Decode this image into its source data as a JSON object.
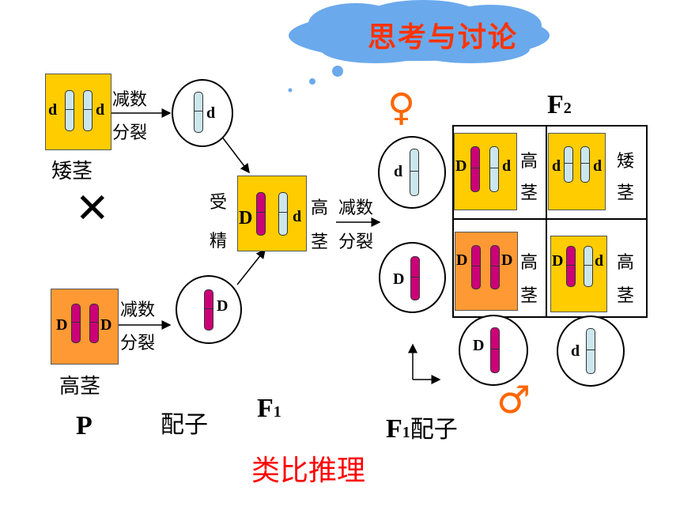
{
  "title": "思考与讨论",
  "analogy": "类比推理",
  "labels": {
    "dwarf": "矮茎",
    "tall": "高茎",
    "cross": "✕",
    "P": "P",
    "gamete": "配子",
    "F1": "F",
    "F1_sub": "1",
    "F1_gamete_prefix": "F",
    "F1_gamete_sub": "1",
    "F1_gamete_text": "配子",
    "F2": "F",
    "F2_sub": "2",
    "meiosis_1": "减数",
    "meiosis_2": "分裂",
    "fert_1": "受",
    "fert_2": "精",
    "tall_1": "高",
    "tall_2": "茎",
    "dwarf_1": "矮",
    "female": "♀",
    "male": "♂"
  },
  "genes": {
    "d": "d",
    "D": "D"
  },
  "colors": {
    "title": "#ff3300",
    "analogy": "#ff0000",
    "cloud": "#6aa9ec",
    "yellow": "#ffcc00",
    "orange": "#ff9933",
    "blue_chromosome": "#cce6ee",
    "pink_chromosome": "#cc0077",
    "symbols": "#ff6600"
  }
}
